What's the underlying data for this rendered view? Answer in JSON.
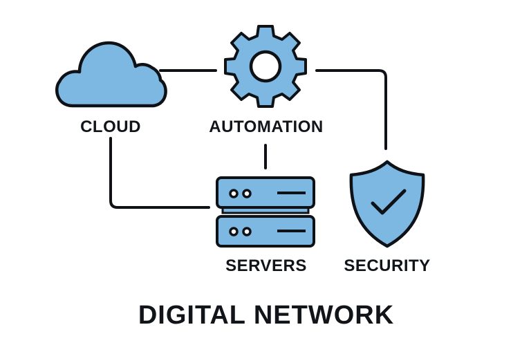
{
  "title": "DIGITAL NETWORK",
  "nodes": [
    {
      "id": "cloud",
      "label": "CLOUD",
      "icon": "cloud-icon"
    },
    {
      "id": "automation",
      "label": "AUTOMATION",
      "icon": "gear-icon"
    },
    {
      "id": "servers",
      "label": "SERVERS",
      "icon": "server-icon"
    },
    {
      "id": "security",
      "label": "SECURITY",
      "icon": "shield-check-icon"
    }
  ],
  "edges": [
    {
      "from": "cloud",
      "to": "automation"
    },
    {
      "from": "automation",
      "to": "security"
    },
    {
      "from": "automation",
      "to": "servers"
    },
    {
      "from": "cloud",
      "to": "servers"
    }
  ],
  "colors": {
    "fill": "#7db8e3",
    "stroke": "#0e1216",
    "text": "#111418",
    "background": "#ffffff"
  }
}
